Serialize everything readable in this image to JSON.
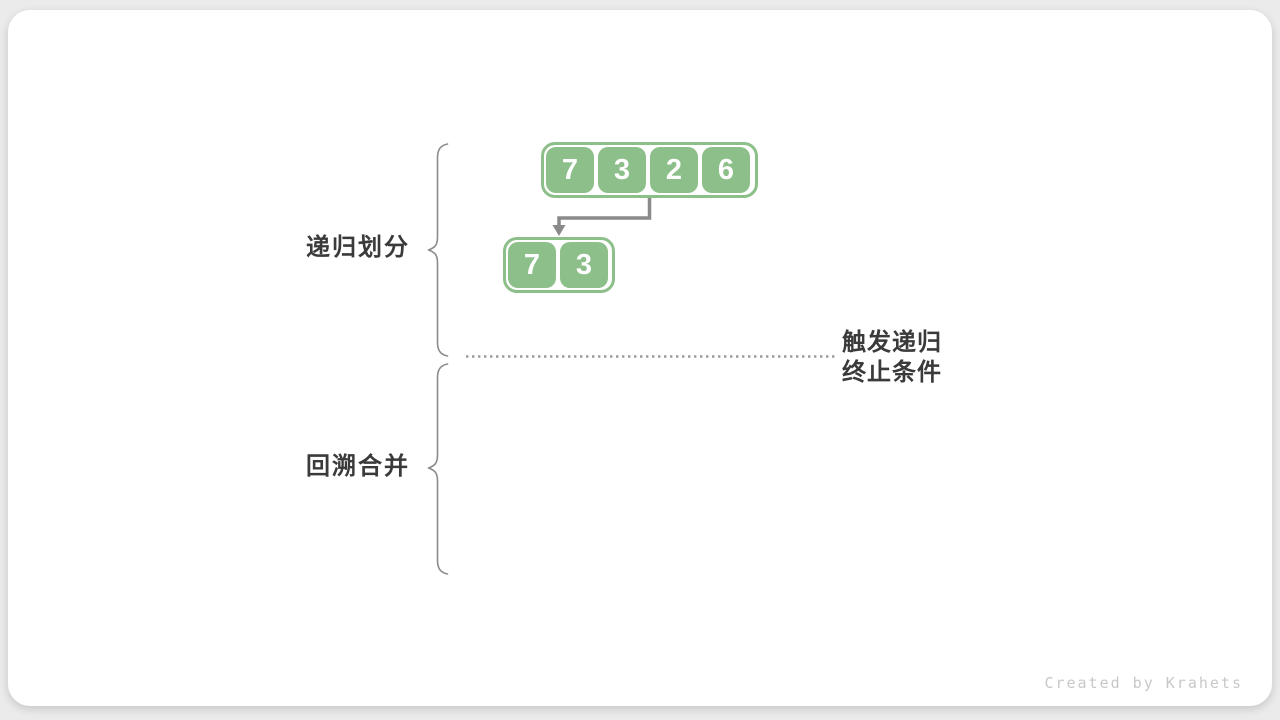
{
  "figure": {
    "kind": "merge-sort-recursion-diagram",
    "main_array": {
      "values": [
        "7",
        "3",
        "2",
        "6"
      ]
    },
    "sub_array": {
      "values": [
        "7",
        "3"
      ]
    },
    "phase_labels": [
      {
        "id": "divide",
        "label": "递归划分"
      },
      {
        "id": "merge",
        "label": "回溯合并"
      }
    ],
    "termination_label": {
      "line1": "触发递归",
      "line2": "终止条件"
    }
  },
  "watermark": {
    "text": "Created by Krahets"
  },
  "colors": {
    "page_background": "#ebebeb",
    "card_background": "#ffffff",
    "cell_green": "#8dbf8a",
    "cell_text": "#ffffff",
    "arrow_gray": "#8a8a8a",
    "brace_gray": "#8b8b8b",
    "dotted_line": "#9b9b9b",
    "label_text": "#3a3a3a",
    "watermark_text": "#c8c8c8"
  }
}
